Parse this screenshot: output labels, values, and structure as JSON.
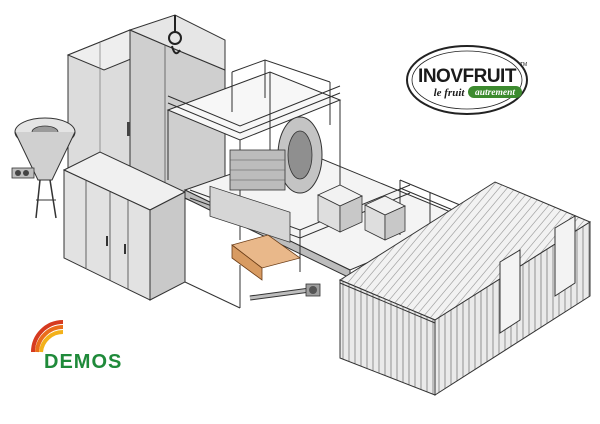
{
  "logos": {
    "inovfruit": {
      "brand": "INOVFRUIT",
      "tm": "TM",
      "tagline_prefix": "le fruit",
      "tagline_suffix": "autrement",
      "brand_color": "#1a1a1a",
      "accent_color": "#3c8a2e"
    },
    "demos": {
      "brand": "DEMOS",
      "text_color": "#1f8a3a",
      "arc_colors": [
        "#f3b11a",
        "#ea6d1a",
        "#d63a1f"
      ]
    }
  }
}
